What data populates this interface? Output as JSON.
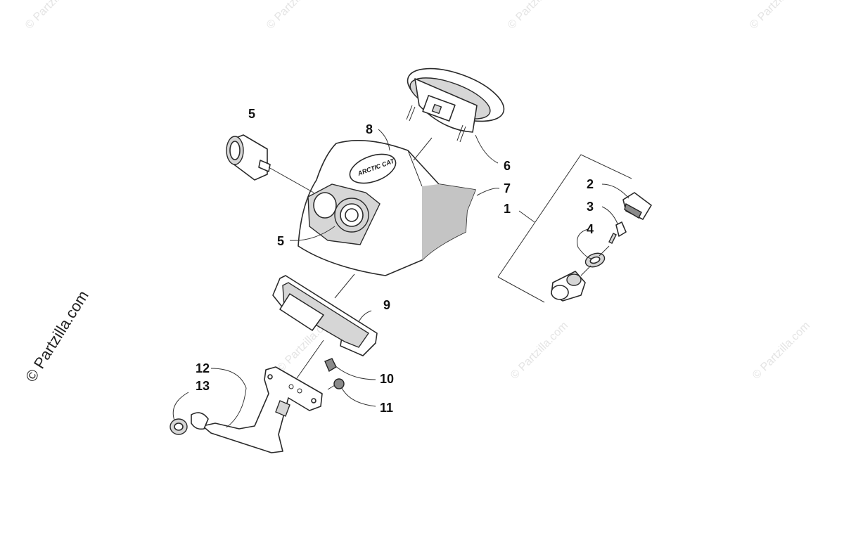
{
  "watermark": {
    "text": "Partzilla.com",
    "copyright_text": "© Partzilla.com",
    "color": "#e4e4e4"
  },
  "logo": {
    "text": "ARCTIC CAT"
  },
  "callouts": {
    "c1": "1",
    "c2": "2",
    "c3": "3",
    "c4": "4",
    "c5_top": "5",
    "c5_mid": "5",
    "c6": "6",
    "c7": "7",
    "c8": "8",
    "c9": "9",
    "c10": "10",
    "c11": "11",
    "c12": "12",
    "c13": "13"
  }
}
